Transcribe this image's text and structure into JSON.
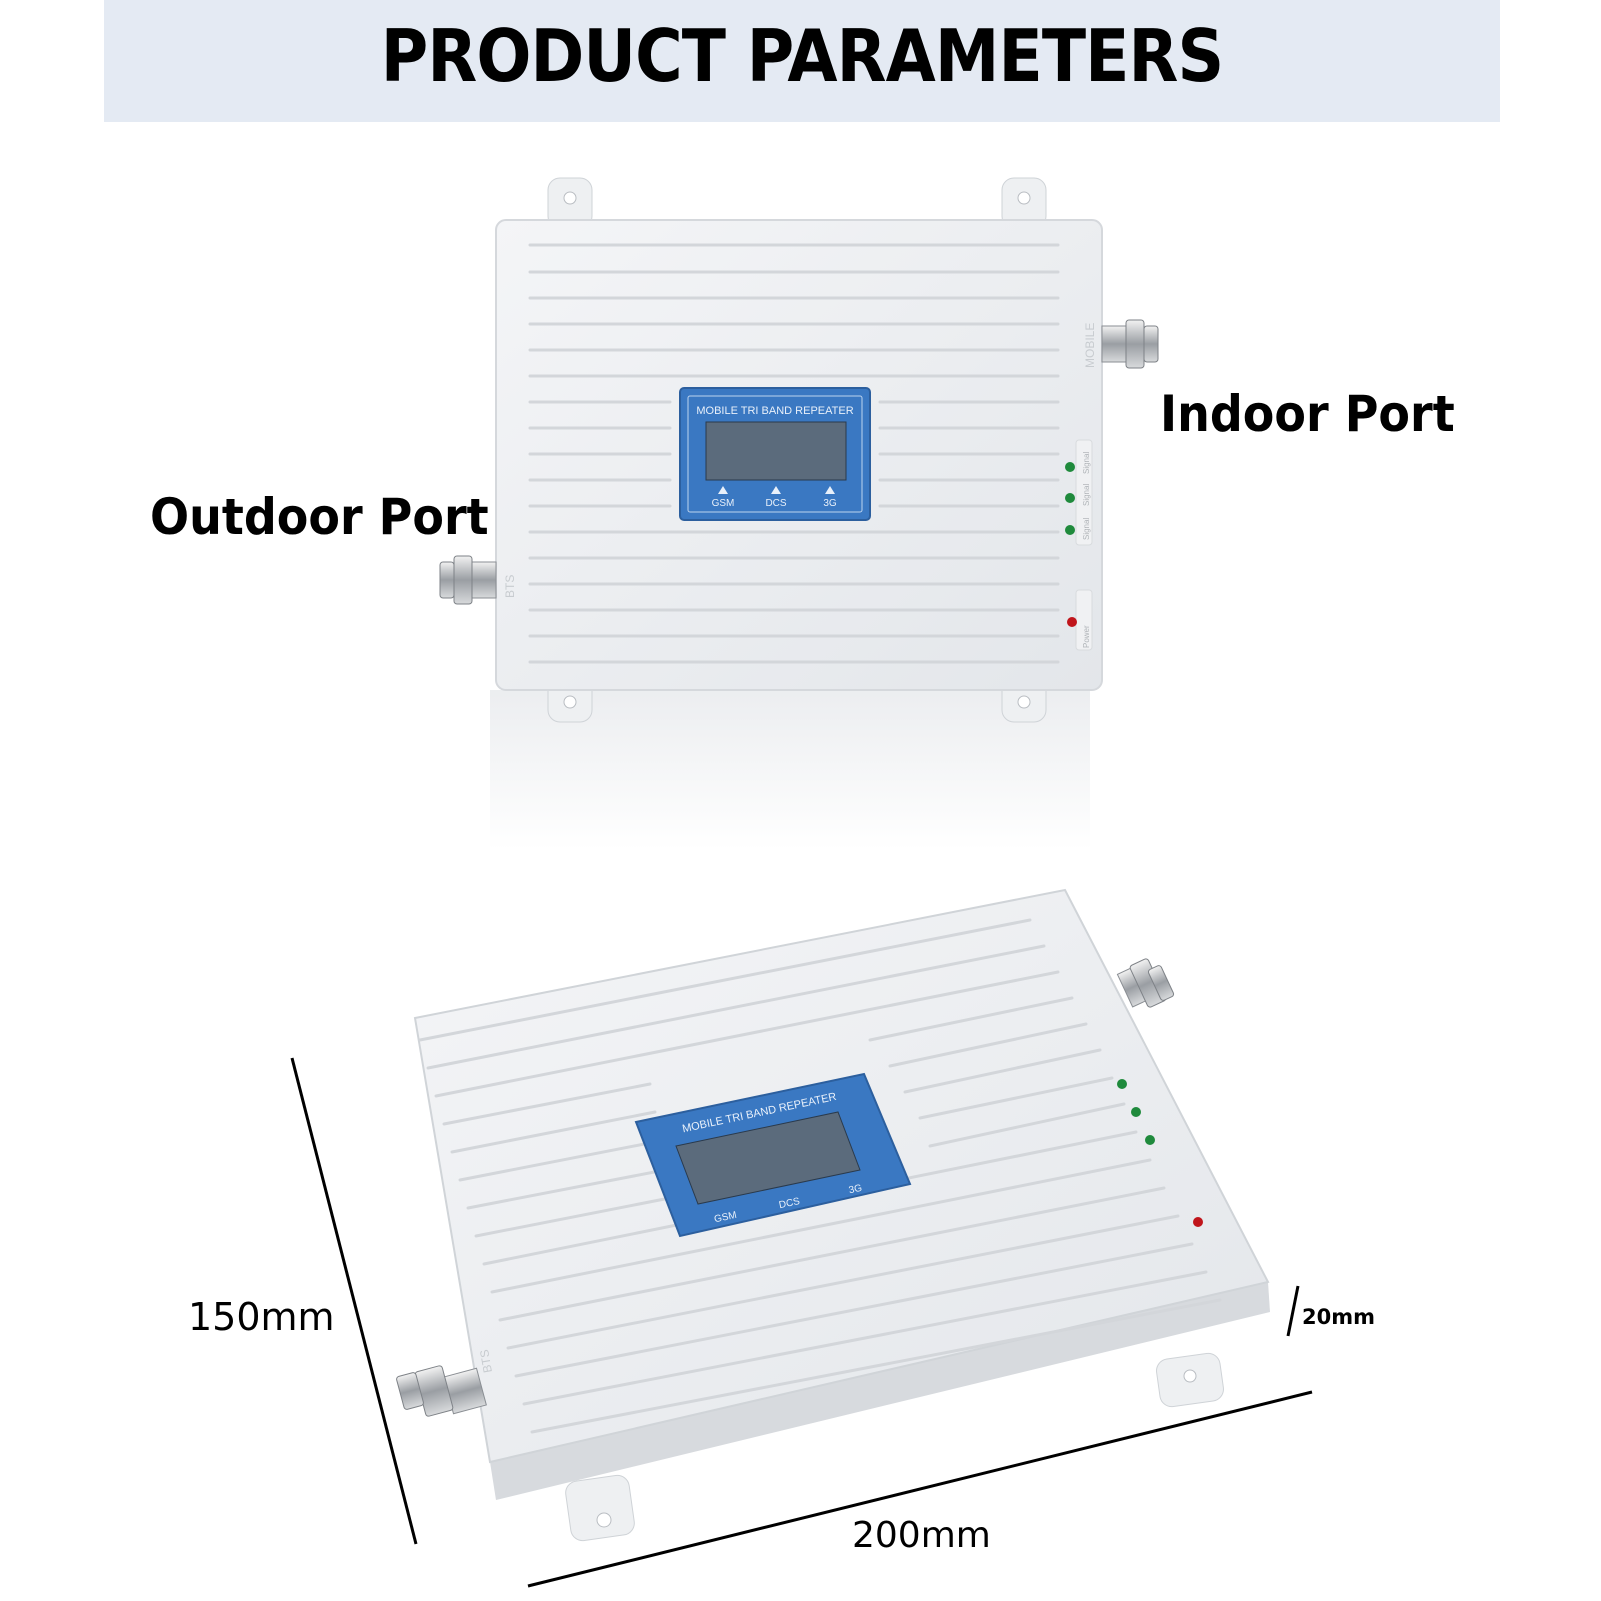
{
  "banner": {
    "title": "PRODUCT PARAMETERS",
    "background": "#e4eaf3"
  },
  "ports": {
    "indoor_label": "Indoor Port",
    "outdoor_label": "Outdoor Port"
  },
  "device": {
    "panel_title": "MOBILE TRI BAND REPEATER",
    "bands": [
      "GSM",
      "DCS",
      "3G"
    ],
    "indoor_port_marking": "MOBILE",
    "outdoor_port_marking": "BTS",
    "indicator_labels": [
      "Signal",
      "Signal",
      "Signal"
    ],
    "power_label": "Power",
    "panel_color": "#3a78c2",
    "led_green": "#1f8a3c",
    "led_red": "#c0151b"
  },
  "dimensions": {
    "height": "150mm",
    "width": "200mm",
    "depth": "20mm"
  }
}
